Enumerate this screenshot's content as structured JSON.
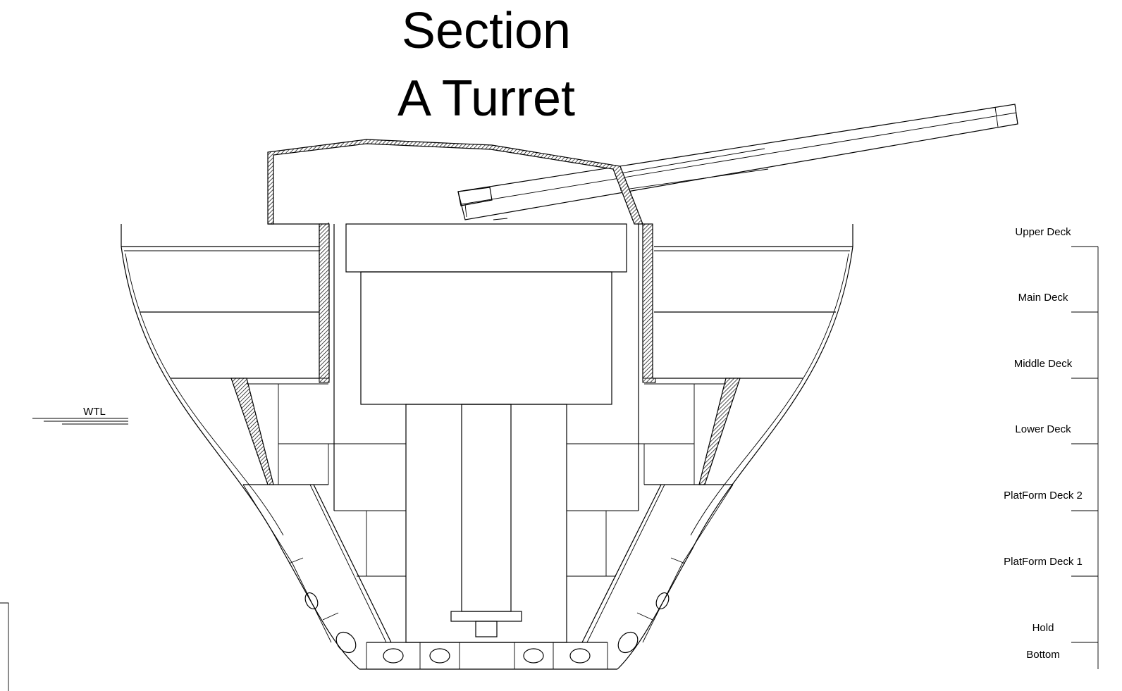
{
  "title": {
    "line1": "Section",
    "line2": "A Turret"
  },
  "waterline": {
    "label": "WTL"
  },
  "deck_levels": [
    "Upper Deck",
    "Main Deck",
    "Middle Deck",
    "Lower Deck",
    "PlatForm Deck 2",
    "PlatForm Deck 1",
    "Hold",
    "Bottom"
  ],
  "colors": {
    "line": "#000000",
    "background": "#ffffff"
  }
}
